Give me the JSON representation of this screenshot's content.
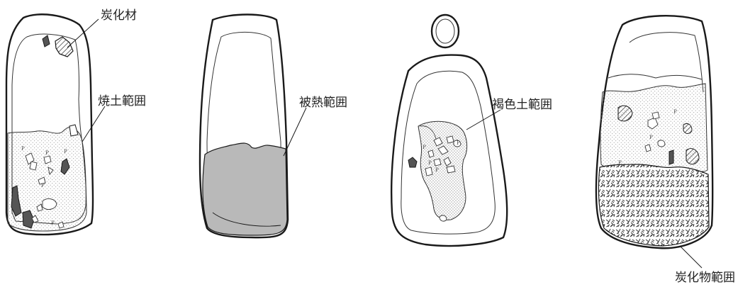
{
  "figures": [
    {
      "id": "pit-1",
      "labels": {
        "charcoal_material": "炭化材",
        "burnt_soil_area": "焼土範囲"
      },
      "point_marker": "P"
    },
    {
      "id": "pit-2",
      "labels": {
        "heated_area": "被熱範囲"
      }
    },
    {
      "id": "pit-3",
      "labels": {
        "brown_soil_area": "褐色土範囲"
      },
      "point_marker": "P"
    },
    {
      "id": "pit-4",
      "labels": {
        "charcoal_area": "炭化物範囲"
      },
      "point_marker": "P"
    }
  ],
  "colors": {
    "line": "#1a1a1a",
    "heated_fill": "#b9b9b9",
    "stipple": "#9a9a9a",
    "charcoal": "#555555"
  }
}
